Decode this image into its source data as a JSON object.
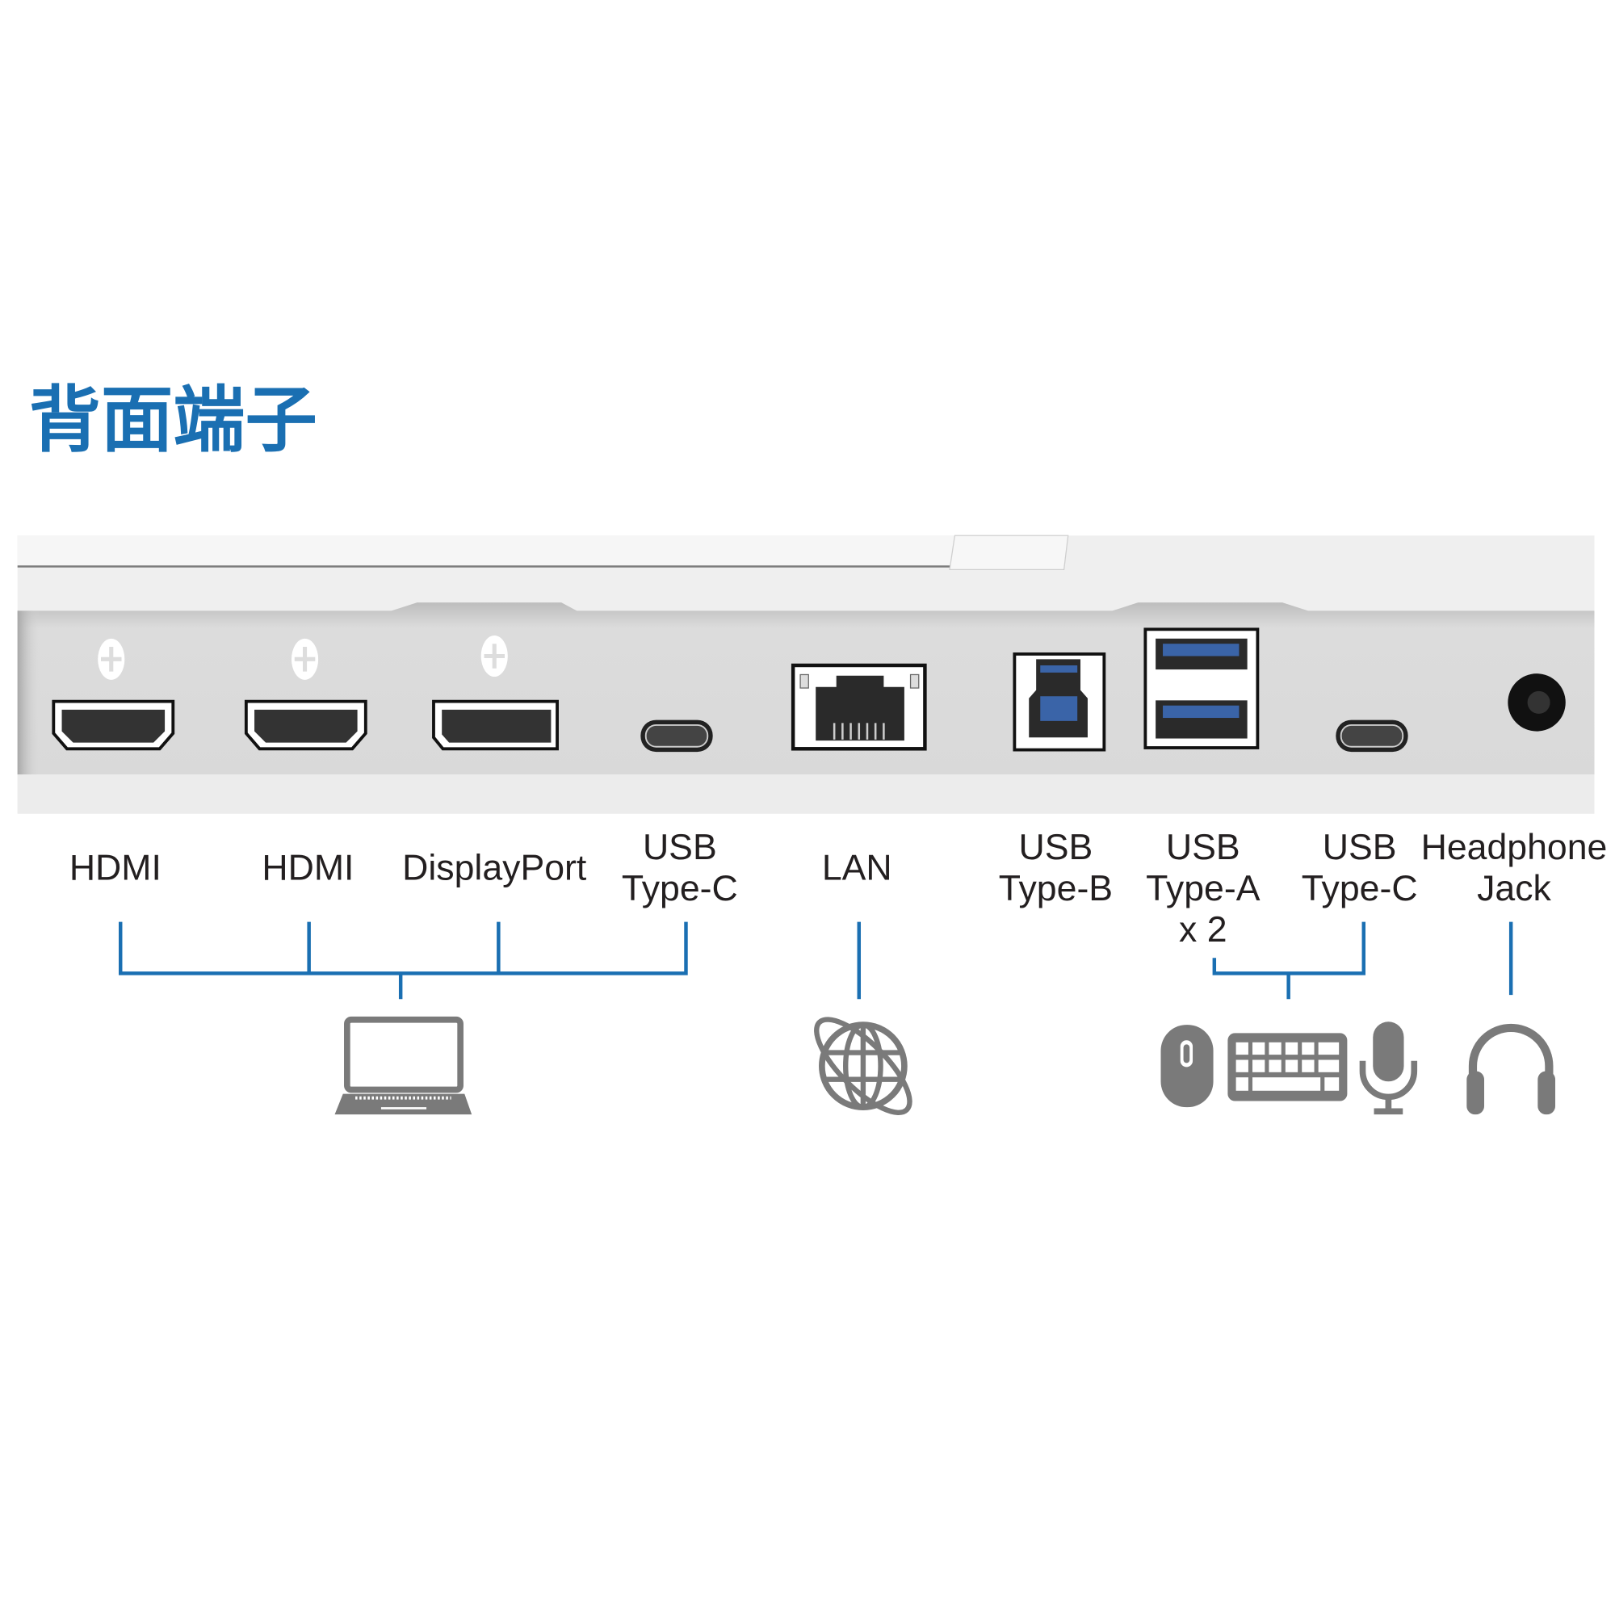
{
  "title": "背面端子",
  "ports": [
    {
      "label_lines": [
        "HDMI"
      ]
    },
    {
      "label_lines": [
        "HDMI"
      ]
    },
    {
      "label_lines": [
        "DisplayPort"
      ]
    },
    {
      "label_lines": [
        "USB",
        "Type-C"
      ]
    },
    {
      "label_lines": [
        "LAN"
      ]
    },
    {
      "label_lines": [
        "USB",
        "Type-B"
      ]
    },
    {
      "label_lines": [
        "USB",
        "Type-A",
        "x 2"
      ]
    },
    {
      "label_lines": [
        "USB",
        "Type-C"
      ]
    },
    {
      "label_lines": [
        "Headphone",
        "Jack"
      ]
    }
  ],
  "devices": [
    "laptop-icon",
    "globe-icon",
    "mouse-icon",
    "keyboard-icon",
    "microphone-icon",
    "headphones-icon"
  ],
  "colors": {
    "accent": "#1a6fb2",
    "icon": "#7a7a7a",
    "usb_blue": "#3a64a8"
  }
}
